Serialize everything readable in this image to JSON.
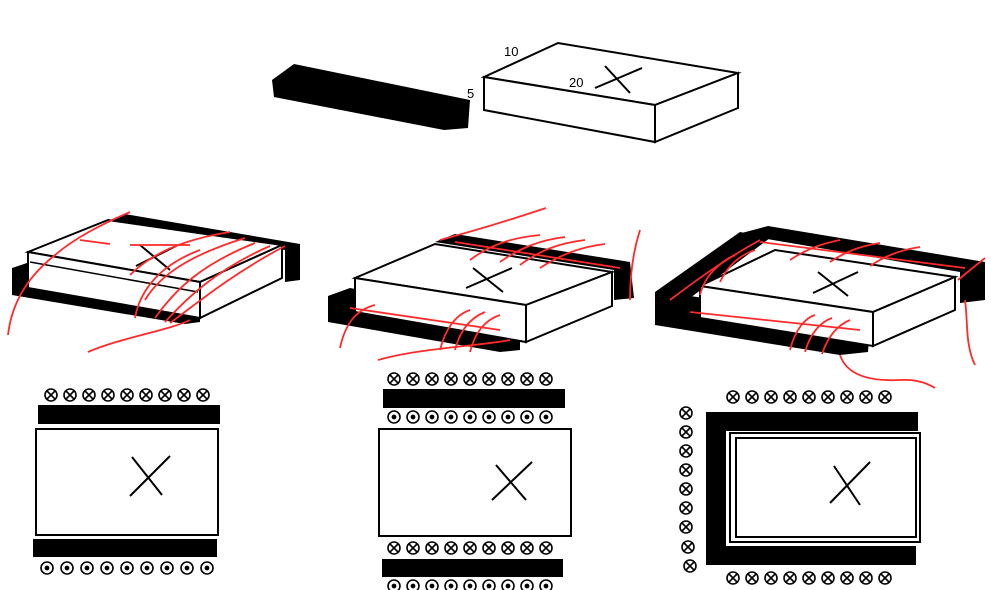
{
  "labels": {
    "length": "10",
    "width": "20",
    "thickness": "5"
  },
  "colors": {
    "ink": "#000000",
    "wire": "#ff2a2a",
    "paper": "#ffffff"
  },
  "symbols": {
    "into_page": "cross-circle",
    "out_of_page": "dot-circle",
    "center_mark": "x-mark"
  },
  "panels": [
    {
      "name": "configuration-one",
      "top_row": "into_page",
      "bottom_row": "out_of_page",
      "side_column": "none"
    },
    {
      "name": "configuration-two",
      "top_row": "into_page",
      "bottom_row": "out_of_page",
      "side_column": "none"
    },
    {
      "name": "configuration-three",
      "top_row": "into_page",
      "bottom_row": "into_page",
      "side_column": "into_page"
    }
  ]
}
